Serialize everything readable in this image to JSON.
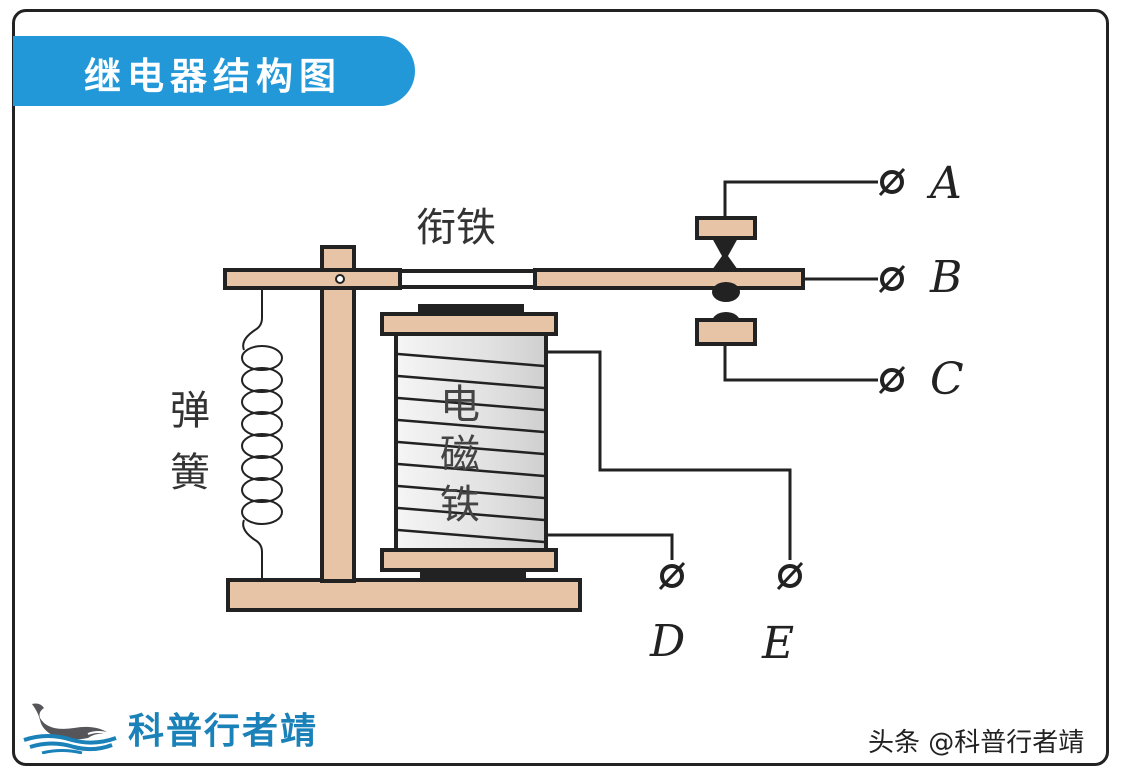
{
  "title": "继电器结构图",
  "labels": {
    "armature": "衔铁",
    "spring": [
      "弹",
      "簧"
    ],
    "electromagnet": [
      "电",
      "磁",
      "铁"
    ]
  },
  "terminals": [
    "A",
    "B",
    "C",
    "D",
    "E"
  ],
  "brand": {
    "name": "科普行者靖",
    "logo_icon": "whale-wave-icon"
  },
  "watermark": "头条 @科普行者靖",
  "colors": {
    "banner": "#2298d8",
    "wood": "#e8c4a6",
    "outline": "#222222",
    "brand_text": "#1a82b8"
  }
}
